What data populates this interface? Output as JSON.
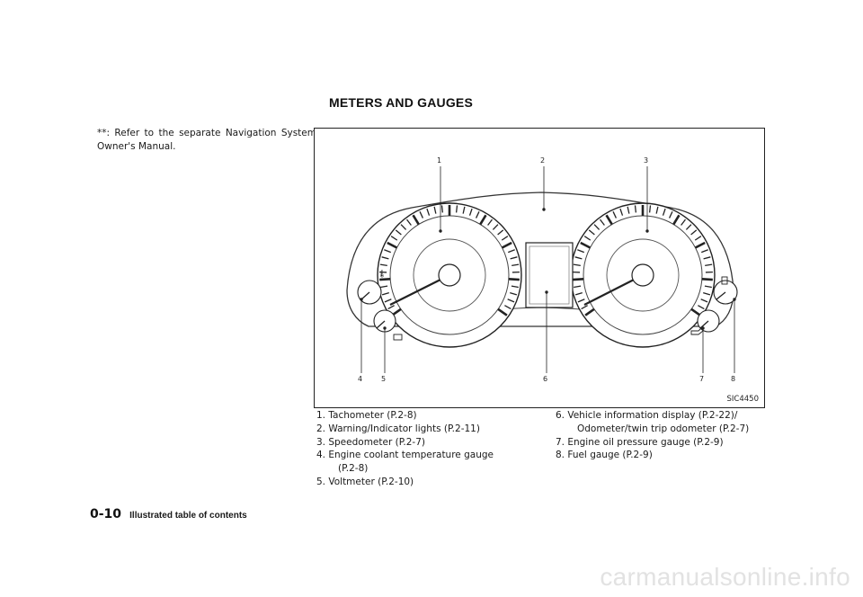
{
  "section_title": "METERS AND GAUGES",
  "footnote": "**: Refer to the separate Navigation System Owner's Manual.",
  "figure": {
    "code": "SIC4450",
    "callouts": [
      "1",
      "2",
      "3",
      "4",
      "5",
      "6",
      "7",
      "8"
    ]
  },
  "legend_left": [
    {
      "text": "1.  Tachometer (P.2-8)"
    },
    {
      "text": "2.  Warning/Indicator lights (P.2-11)"
    },
    {
      "text": "3.  Speedometer (P.2-7)"
    },
    {
      "text": "4.  Engine coolant temperature gauge",
      "cont": "(P.2-8)"
    },
    {
      "text": "5.  Voltmeter (P.2-10)"
    }
  ],
  "legend_right": [
    {
      "text": "6.  Vehicle information display (P.2-22)/",
      "cont": "Odometer/twin trip odometer (P.2-7)"
    },
    {
      "text": "7.  Engine oil pressure gauge (P.2-9)"
    },
    {
      "text": "8.  Fuel gauge (P.2-9)"
    }
  ],
  "footer": {
    "page_number": "0-10",
    "chapter_title": "Illustrated table of contents"
  },
  "watermark": "carmanualsonline.info"
}
